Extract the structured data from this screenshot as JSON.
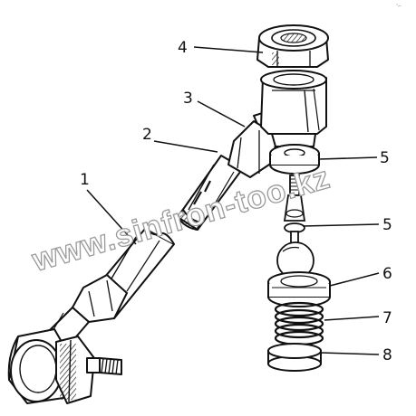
{
  "diagram": {
    "callouts": [
      {
        "id": "c1",
        "label": "1"
      },
      {
        "id": "c2",
        "label": "2"
      },
      {
        "id": "c3",
        "label": "3"
      },
      {
        "id": "c4",
        "label": "4"
      },
      {
        "id": "c5a",
        "label": "5"
      },
      {
        "id": "c5b",
        "label": "5"
      },
      {
        "id": "c6",
        "label": "6"
      },
      {
        "id": "c7",
        "label": "7"
      },
      {
        "id": "c8",
        "label": "8"
      }
    ],
    "watermark": "www.sinfron-too.kz",
    "corner_mark": "ᐟ⌐"
  },
  "colors": {
    "ink": "#111111",
    "paper": "#ffffff",
    "shade": "#dddddd",
    "watermark_stroke": "#9a9a9a"
  }
}
